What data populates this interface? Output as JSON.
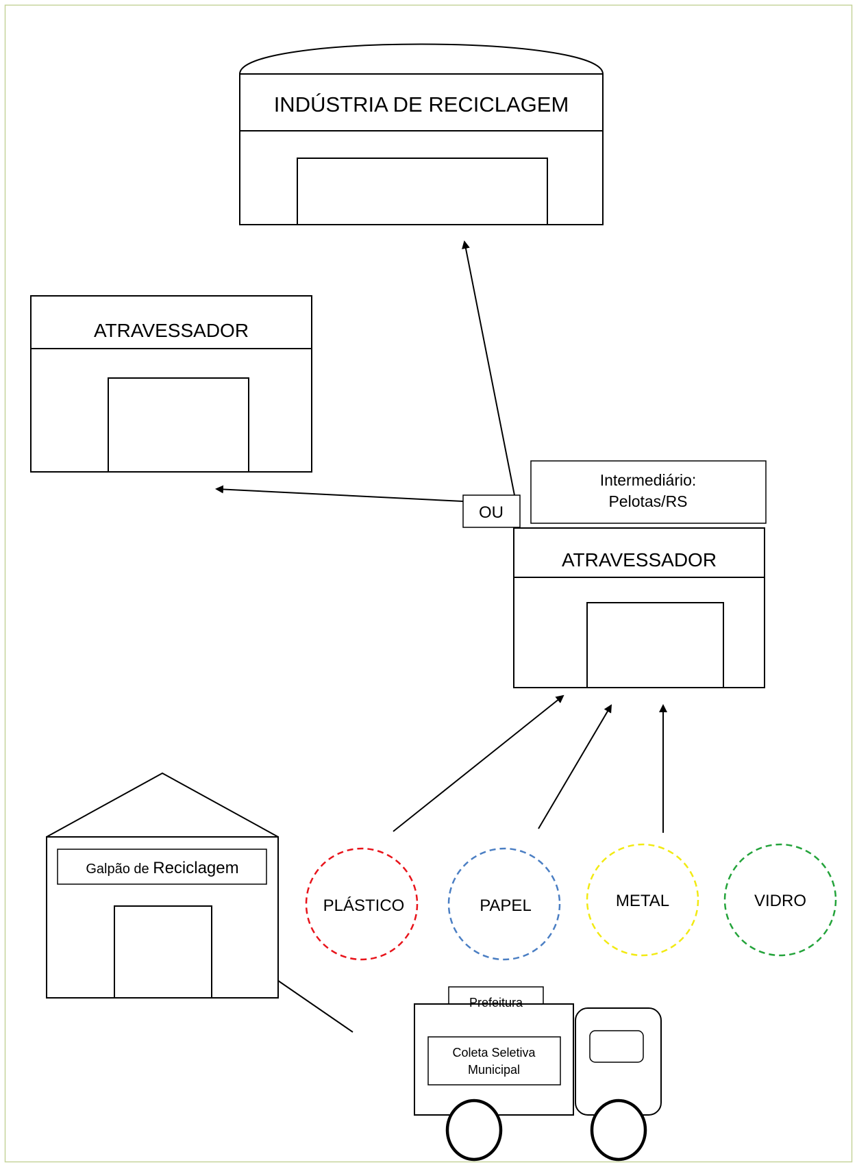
{
  "industria": {
    "label": "INDÚSTRIA DE RECICLAGEM"
  },
  "atravessador_left": {
    "label": "ATRAVESSADOR"
  },
  "atravessador_right": {
    "label": "ATRAVESSADOR"
  },
  "intermediario": {
    "line1": "Intermediário:",
    "line2": "Pelotas/RS"
  },
  "ou": {
    "label": "OU"
  },
  "galpao": {
    "label_prefix": "Galpão de ",
    "label_main": "Reciclagem"
  },
  "materials": [
    {
      "label": "PLÁSTICO",
      "color": "#e8131a"
    },
    {
      "label": "PAPEL",
      "color": "#4a7ec3"
    },
    {
      "label": "METAL",
      "color": "#f2ea12"
    },
    {
      "label": "VIDRO",
      "color": "#23a33a"
    }
  ],
  "truck": {
    "prefeitura": "Prefeitura",
    "line1": "Coleta Seletiva",
    "line2": "Municipal"
  },
  "colors": {
    "frame": "#c6d39a",
    "stroke": "#000000"
  }
}
